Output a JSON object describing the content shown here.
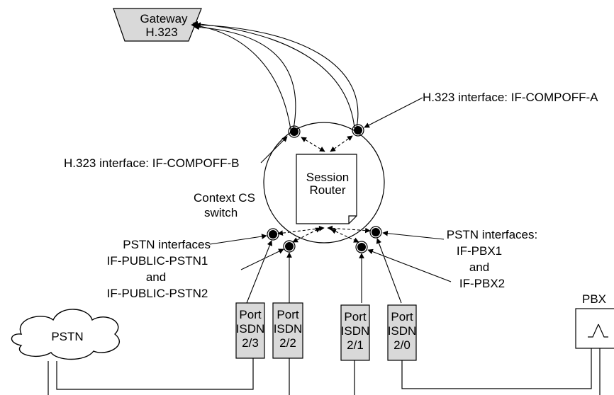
{
  "gateway": {
    "line1": "Gateway",
    "line2": "H.323"
  },
  "labels": {
    "h323_a": "H.323 interface: IF-COMPOFF-A",
    "h323_b": "H.323 interface: IF-COMPOFF-B",
    "context_line1": "Context CS",
    "context_line2": "switch",
    "session_line1": "Session",
    "session_line2": "Router",
    "pstn_left_1": "PSTN interfaces",
    "pstn_left_2": "IF-PUBLIC-PSTN1",
    "pstn_left_3": "and",
    "pstn_left_4": "IF-PUBLIC-PSTN2",
    "pstn_right_1": "PSTN interfaces:",
    "pstn_right_2": "IF-PBX1",
    "pstn_right_3": "and",
    "pstn_right_4": "IF-PBX2"
  },
  "ports": [
    {
      "line1": "Port",
      "line2": "ISDN",
      "line3": "2/3"
    },
    {
      "line1": "Port",
      "line2": "ISDN",
      "line3": "2/2"
    },
    {
      "line1": "Port",
      "line2": "ISDN",
      "line3": "2/1"
    },
    {
      "line1": "Port",
      "line2": "ISDN",
      "line3": "2/0"
    }
  ],
  "pstn_cloud": {
    "label": "PSTN"
  },
  "pbx": {
    "label": "PBX"
  },
  "colors": {
    "port_fill": "#d9d9d9",
    "gateway_fill": "#d9d9d9",
    "line": "#000000"
  }
}
